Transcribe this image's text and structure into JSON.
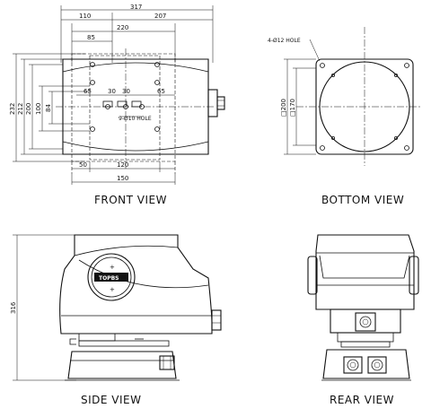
{
  "views": {
    "front": "FRONT VIEW",
    "bottom": "BOTTOM VIEW",
    "side": "SIDE VIEW",
    "rear": "REAR VIEW"
  },
  "front_dims": {
    "overall_width": "317",
    "left_width": "110",
    "right_width": "207",
    "upper_width": "220",
    "inner_width": "85",
    "left_offset": "65",
    "hole_gap_left": "30",
    "hole_gap_right": "30",
    "right_offset": "65",
    "bottom_left": "50",
    "bottom_mid": "120",
    "bottom_total": "150",
    "height_232": "232",
    "height_212": "212",
    "height_200": "200",
    "height_100": "100",
    "height_84": "84"
  },
  "front_note": "9-Ø10 HOLE",
  "bottom_dims": {
    "outer": "□200",
    "inner": "□170"
  },
  "bottom_note": "4-Ø12 HOLE",
  "side_dims": {
    "height": "316"
  },
  "logo_text": "TOPBS"
}
